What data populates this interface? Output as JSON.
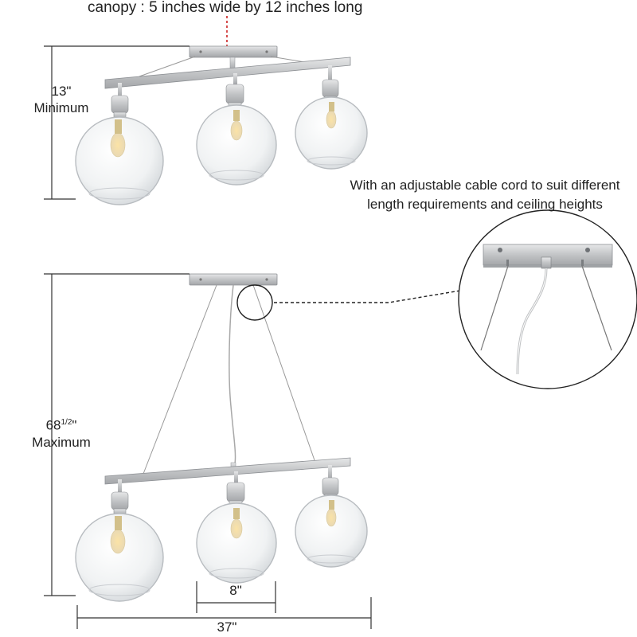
{
  "canopy_note": "canopy : 5 inches wide by 12 inches long",
  "min_height": {
    "value": "13\"",
    "label": "Minimum"
  },
  "max_height": {
    "value_main": "68",
    "value_sup": "1/2",
    "value_tail": "\"",
    "label": "Maximum"
  },
  "cable_note": {
    "line1": "With an adjustable cable cord to suit different",
    "line2": "length requirements and ceiling heights"
  },
  "shade_spacing": "8\"",
  "total_width": "37\"",
  "colors": {
    "line": "#333333",
    "metal": "#c4c6c8",
    "glass_edge": "#b8bcc0",
    "guide_red": "#cc2222"
  }
}
